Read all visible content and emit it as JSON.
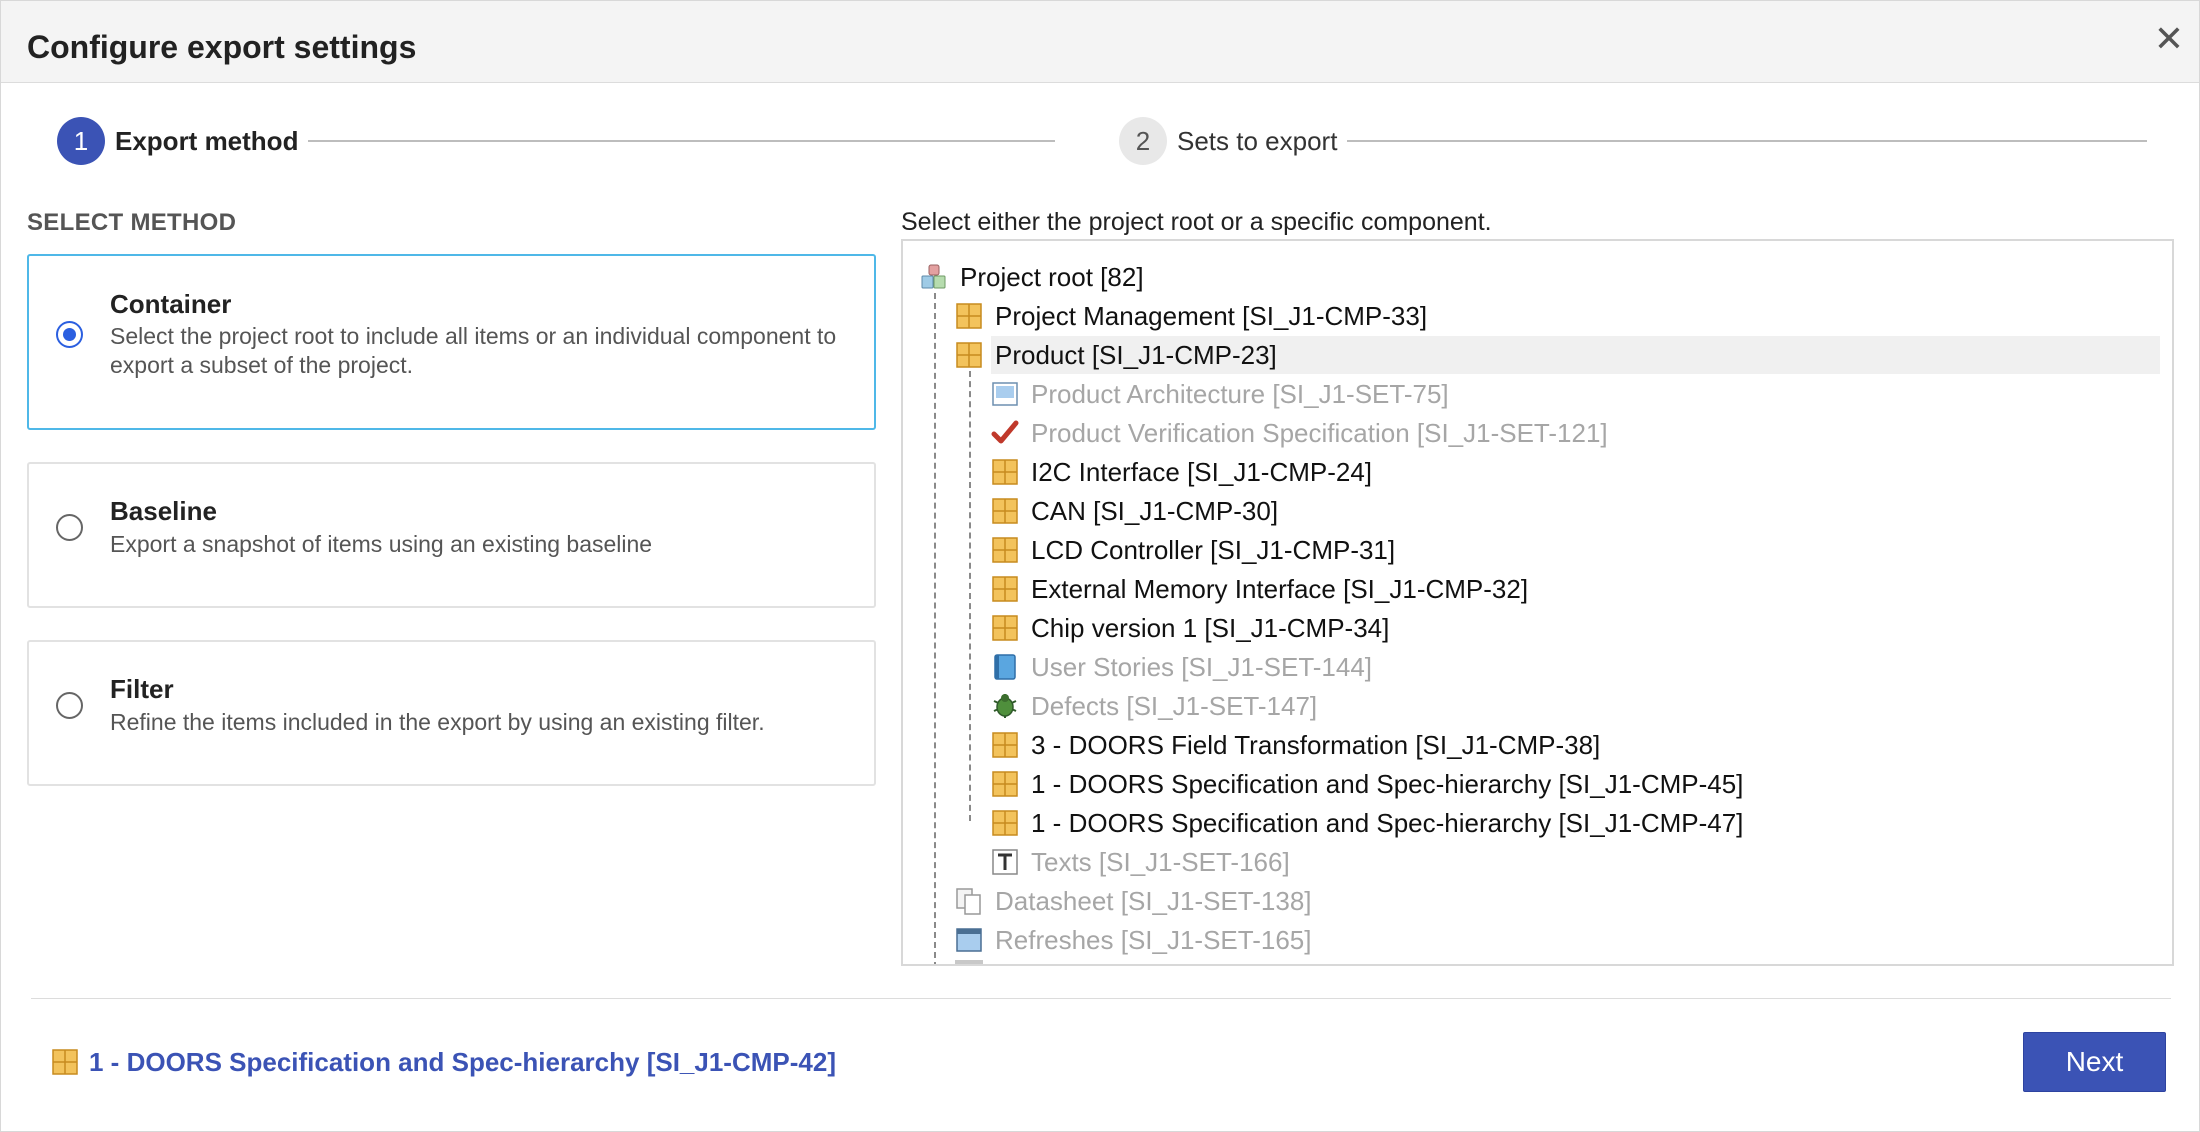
{
  "dialog": {
    "title": "Configure export settings",
    "close_glyph": "✕"
  },
  "stepper": {
    "steps": [
      {
        "number": "1",
        "label": "Export method",
        "active": true
      },
      {
        "number": "2",
        "label": "Sets to export",
        "active": false
      }
    ]
  },
  "methods": {
    "section_label": "SELECT METHOD",
    "selected": "container",
    "options": [
      {
        "id": "container",
        "title": "Container",
        "description": "Select the project root to include all items or an individual component to export a subset of the project."
      },
      {
        "id": "baseline",
        "title": "Baseline",
        "description": "Export a snapshot of items using an existing baseline"
      },
      {
        "id": "filter",
        "title": "Filter",
        "description": "Refine the items included in the export by using an existing filter."
      }
    ]
  },
  "tree": {
    "instruction": "Select either the project root or a specific component.",
    "highlighted_item": "Product [SI_J1-CMP-23]",
    "items": [
      {
        "label": "Project root [82]",
        "icon": "project-root-icon",
        "enabled": true
      },
      {
        "label": "Project Management [SI_J1-CMP-33]",
        "icon": "component-icon",
        "enabled": true
      },
      {
        "label": "Product [SI_J1-CMP-23]",
        "icon": "component-icon",
        "enabled": true
      },
      {
        "label": "Product Architecture [SI_J1-SET-75]",
        "icon": "architecture-set-icon",
        "enabled": false
      },
      {
        "label": "Product Verification Specification [SI_J1-SET-121]",
        "icon": "verification-check-icon",
        "enabled": false
      },
      {
        "label": "I2C Interface [SI_J1-CMP-24]",
        "icon": "component-icon",
        "enabled": true
      },
      {
        "label": "CAN [SI_J1-CMP-30]",
        "icon": "component-icon",
        "enabled": true
      },
      {
        "label": "LCD Controller [SI_J1-CMP-31]",
        "icon": "component-icon",
        "enabled": true
      },
      {
        "label": "External Memory Interface [SI_J1-CMP-32]",
        "icon": "component-icon",
        "enabled": true
      },
      {
        "label": "Chip version 1 [SI_J1-CMP-34]",
        "icon": "component-icon",
        "enabled": true
      },
      {
        "label": "User Stories [SI_J1-SET-144]",
        "icon": "book-icon",
        "enabled": false
      },
      {
        "label": "Defects [SI_J1-SET-147]",
        "icon": "bug-icon",
        "enabled": false
      },
      {
        "label": "3 - DOORS Field Transformation [SI_J1-CMP-38]",
        "icon": "component-icon",
        "enabled": true
      },
      {
        "label": "1 - DOORS Specification and Spec-hierarchy [SI_J1-CMP-45]",
        "icon": "component-icon",
        "enabled": true
      },
      {
        "label": "1 - DOORS Specification and Spec-hierarchy [SI_J1-CMP-47]",
        "icon": "component-icon",
        "enabled": true
      },
      {
        "label": "Texts [SI_J1-SET-166]",
        "icon": "text-icon",
        "enabled": false
      },
      {
        "label": "Datasheet [SI_J1-SET-138]",
        "icon": "documents-icon",
        "enabled": false
      },
      {
        "label": "Refreshes [SI_J1-SET-165]",
        "icon": "window-icon",
        "enabled": false
      }
    ]
  },
  "footer": {
    "selected_component": "1 - DOORS Specification and Spec-hierarchy [SI_J1-CMP-42]",
    "selected_icon": "component-icon",
    "next_label": "Next"
  },
  "colors": {
    "accent": "#3b53b5",
    "radio_selected": "#2b5fe0",
    "selected_card_border": "#4fb8e8",
    "component_icon": "#f0b33c",
    "disabled_text": "#a6a6a6"
  }
}
